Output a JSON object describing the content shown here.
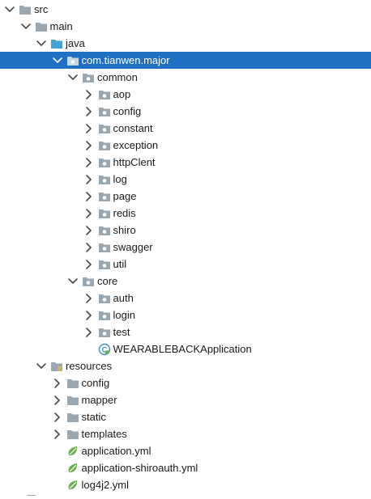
{
  "tree": [
    {
      "label": "src",
      "icon": "folder-icon",
      "depth": 0,
      "expanded": true
    },
    {
      "label": "main",
      "icon": "folder-icon",
      "depth": 1,
      "expanded": true
    },
    {
      "label": "java",
      "icon": "source-folder-icon",
      "depth": 2,
      "expanded": true
    },
    {
      "label": "com.tianwen.major",
      "icon": "package-icon",
      "depth": 3,
      "expanded": true,
      "selected": true
    },
    {
      "label": "common",
      "icon": "package-icon",
      "depth": 4,
      "expanded": true
    },
    {
      "label": "aop",
      "icon": "package-icon",
      "depth": 5,
      "expanded": false
    },
    {
      "label": "config",
      "icon": "package-icon",
      "depth": 5,
      "expanded": false
    },
    {
      "label": "constant",
      "icon": "package-icon",
      "depth": 5,
      "expanded": false
    },
    {
      "label": "exception",
      "icon": "package-icon",
      "depth": 5,
      "expanded": false
    },
    {
      "label": "httpClent",
      "icon": "package-icon",
      "depth": 5,
      "expanded": false
    },
    {
      "label": "log",
      "icon": "package-icon",
      "depth": 5,
      "expanded": false
    },
    {
      "label": "page",
      "icon": "package-icon",
      "depth": 5,
      "expanded": false
    },
    {
      "label": "redis",
      "icon": "package-icon",
      "depth": 5,
      "expanded": false
    },
    {
      "label": "shiro",
      "icon": "package-icon",
      "depth": 5,
      "expanded": false
    },
    {
      "label": "swagger",
      "icon": "package-icon",
      "depth": 5,
      "expanded": false
    },
    {
      "label": "util",
      "icon": "package-icon",
      "depth": 5,
      "expanded": false
    },
    {
      "label": "core",
      "icon": "package-icon",
      "depth": 4,
      "expanded": true
    },
    {
      "label": "auth",
      "icon": "package-icon",
      "depth": 5,
      "expanded": false
    },
    {
      "label": "login",
      "icon": "package-icon",
      "depth": 5,
      "expanded": false
    },
    {
      "label": "test",
      "icon": "package-icon",
      "depth": 5,
      "expanded": false
    },
    {
      "label": "WEARABLEBACKApplication",
      "icon": "spring-boot-app-icon",
      "depth": 5,
      "leaf": true
    },
    {
      "label": "resources",
      "icon": "resources-folder-icon",
      "depth": 2,
      "expanded": true
    },
    {
      "label": "config",
      "icon": "folder-icon",
      "depth": 3,
      "expanded": false
    },
    {
      "label": "mapper",
      "icon": "folder-icon",
      "depth": 3,
      "expanded": false
    },
    {
      "label": "static",
      "icon": "folder-icon",
      "depth": 3,
      "expanded": false
    },
    {
      "label": "templates",
      "icon": "folder-icon",
      "depth": 3,
      "expanded": false
    },
    {
      "label": "application.yml",
      "icon": "spring-yml-icon",
      "depth": 3,
      "leaf": true
    },
    {
      "label": "application-shiroauth.yml",
      "icon": "spring-yml-icon",
      "depth": 3,
      "leaf": true
    },
    {
      "label": "log4j2.yml",
      "icon": "spring-yml-icon",
      "depth": 3,
      "leaf": true
    }
  ],
  "colors": {
    "selection": "#1f6fc5",
    "folder": "#9aa7b0",
    "source_folder": "#41a2d6",
    "spring": "#6ab04c"
  }
}
